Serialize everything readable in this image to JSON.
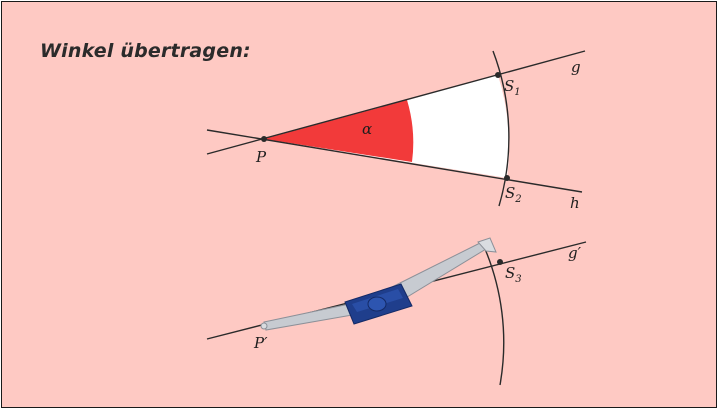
{
  "title": "Winkel übertragen:",
  "labels": {
    "alpha": "α",
    "P": "P",
    "S1": {
      "base": "S",
      "sub": "1"
    },
    "S2": {
      "base": "S",
      "sub": "2"
    },
    "S3": {
      "base": "S",
      "sub": "3"
    },
    "g": "g",
    "h": "h",
    "g_prime": "g′",
    "P_prime": "P′"
  },
  "colors": {
    "background": "#fec9c3",
    "angle_fill": "#f23a3a",
    "angle_light": "#ffffff",
    "line": "#2a2a2a",
    "compass_body": "#1f3e8c",
    "compass_arm": "#c7cbd1"
  }
}
